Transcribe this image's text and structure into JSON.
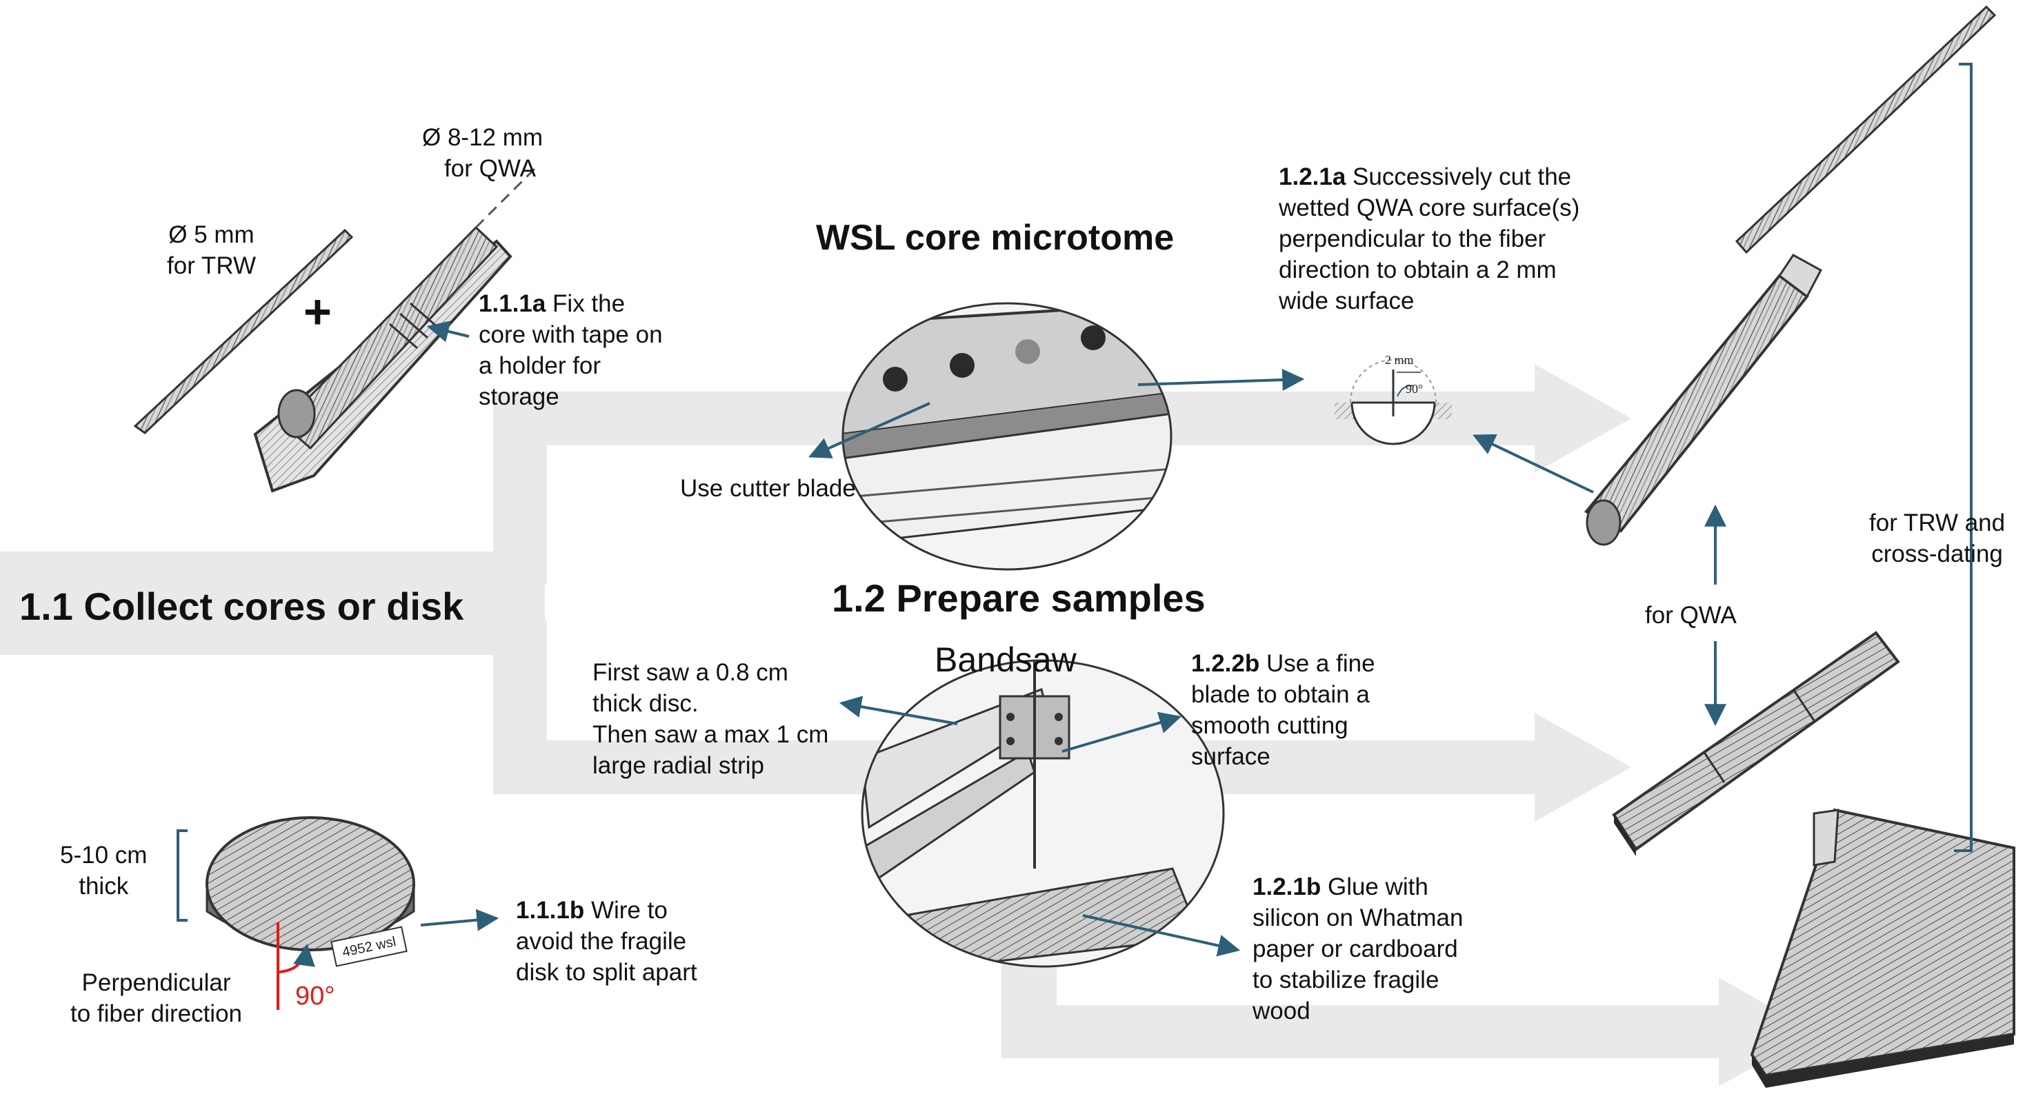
{
  "colors": {
    "arrow": "#2e5f78",
    "band": "#e9e9e9",
    "angle": "#e11b1b"
  },
  "headings": {
    "collect": "1.1 Collect cores or disk",
    "microtome": "WSL core microtome",
    "prepare": "1.2 Prepare samples",
    "bandsaw": "Bandsaw"
  },
  "labels": {
    "dia_qwa": [
      "Ø 8-12 mm",
      "for QWA"
    ],
    "dia_trw": [
      "Ø 5 mm",
      "for TRW"
    ],
    "plus": "+",
    "thick": [
      "5-10 cm",
      "thick"
    ],
    "perp": [
      "Perpendicular",
      "to fiber direction"
    ],
    "angle": "90°",
    "cutter": "Use cutter blade",
    "saw_disc": [
      "First saw a 0.8 cm",
      "thick disc.",
      "Then saw a max 1 cm",
      "large radial strip"
    ],
    "for_qwa": "for QWA",
    "for_trw": [
      "for TRW and",
      "cross-dating"
    ],
    "inset_width": "2 mm",
    "inset_angle": "90°",
    "disk_tag": "4952 wsl"
  },
  "steps": {
    "s111a": {
      "id": "1.1.1a",
      "lines": [
        "Fix the",
        "core with tape on",
        "a holder for",
        "storage"
      ]
    },
    "s111b": {
      "id": "1.1.1b",
      "lines": [
        "Wire to",
        "avoid the fragile",
        "disk to split apart"
      ]
    },
    "s121a": {
      "id": "1.2.1a",
      "lines": [
        "Successively cut the",
        "wetted QWA core surface(s)",
        "perpendicular to the fiber",
        "direction to obtain a 2 mm",
        "wide surface"
      ]
    },
    "s122b": {
      "id": "1.2.2b",
      "lines": [
        "Use a fine",
        "blade to obtain a",
        "smooth cutting",
        "surface"
      ]
    },
    "s121b": {
      "id": "1.2.1b",
      "lines": [
        "Glue with",
        "silicon on Whatman",
        "paper or cardboard",
        "to stabilize fragile",
        "wood"
      ]
    }
  }
}
